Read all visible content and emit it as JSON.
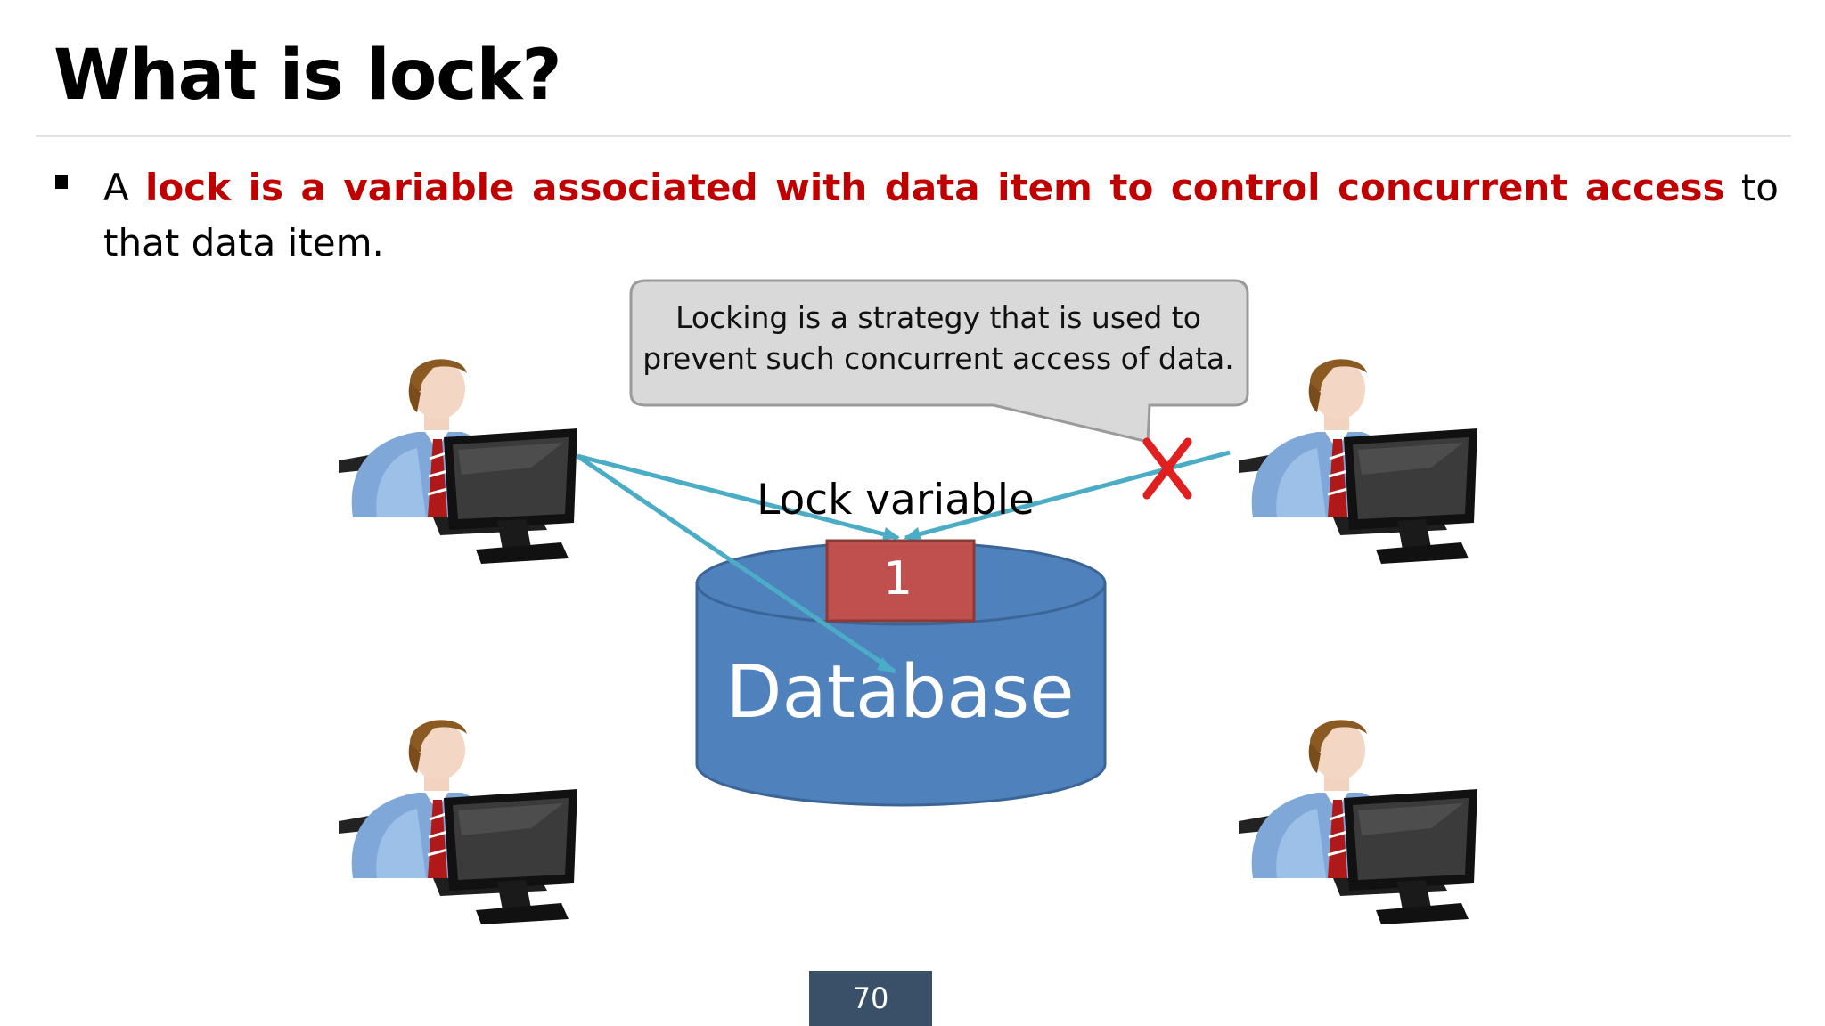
{
  "slide": {
    "title": "What is lock?",
    "bullet": {
      "prefix": "A ",
      "highlight": "lock is a variable associated with data item to control concurrent access",
      "suffix": " to that data item."
    }
  },
  "diagram": {
    "callout_line1": "Locking is a strategy that is used to",
    "callout_line2": "prevent such concurrent access of data.",
    "lock_variable_label": "Lock variable",
    "lock_value": "1",
    "database_label": "Database",
    "colors": {
      "highlight_text": "#c00000",
      "database_fill": "#4f81bd",
      "database_stroke": "#3b6596",
      "lock_cell_fill": "#c0504d",
      "arrow": "#4bacc6",
      "blocked_mark": "#e02020",
      "callout_fill": "#d9d9d9"
    },
    "icons": [
      "user-at-computer-icon",
      "user-at-computer-icon",
      "user-at-computer-icon",
      "user-at-computer-icon",
      "blocked-x-icon"
    ]
  },
  "footer": {
    "page_number": "70"
  }
}
